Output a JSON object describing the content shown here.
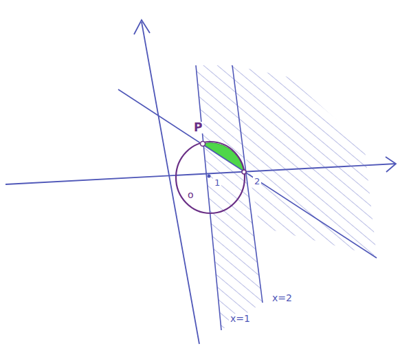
{
  "diagram": {
    "labels": [
      "P",
      "o",
      "1",
      "2",
      "x=1",
      "x=2"
    ]
  }
}
